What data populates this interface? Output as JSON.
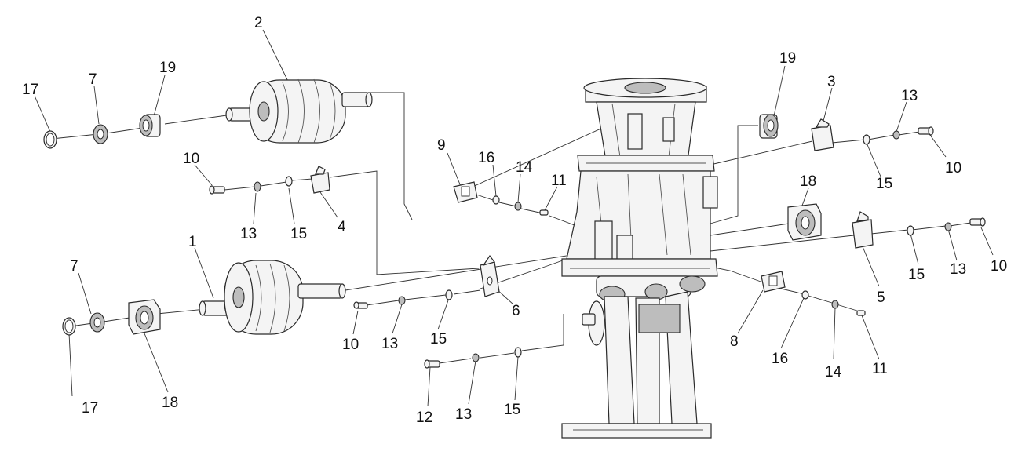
{
  "labels": {
    "l1": "1",
    "l2": "2",
    "l3": "3",
    "l4": "4",
    "l5": "5",
    "l6": "6",
    "l7a": "7",
    "l7b": "7",
    "l8": "8",
    "l9": "9",
    "l10a": "10",
    "l10b": "10",
    "l10c": "10",
    "l10d": "10",
    "l11a": "11",
    "l11b": "11",
    "l12": "12",
    "l13a": "13",
    "l13b": "13",
    "l13c": "13",
    "l13d": "13",
    "l13e": "13",
    "l14a": "14",
    "l14b": "14",
    "l15a": "15",
    "l15b": "15",
    "l15c": "15",
    "l15d": "15",
    "l15e": "15",
    "l16a": "16",
    "l16b": "16",
    "l17a": "17",
    "l17b": "17",
    "l18a": "18",
    "l18b": "18",
    "l19a": "19",
    "l19b": "19"
  }
}
